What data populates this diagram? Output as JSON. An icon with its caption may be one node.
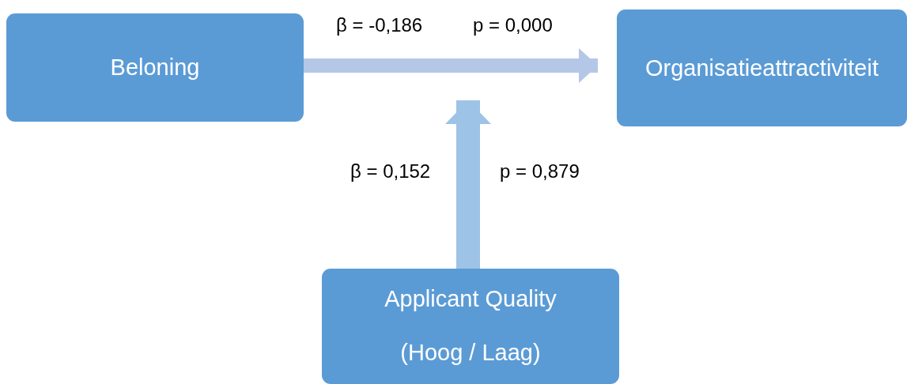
{
  "diagram": {
    "nodes": [
      {
        "text": [
          "Beloning"
        ]
      },
      {
        "text": [
          "Organisatieattractiviteit"
        ]
      },
      {
        "text": [
          "Applicant Quality",
          "(Hoog / Laag)"
        ]
      }
    ],
    "edges": [
      {
        "from": 0,
        "to": 1,
        "arrow": "to",
        "color": "#b4c7e7"
      },
      {
        "from": 2,
        "to": null,
        "arrow": "to",
        "color": "#9dc3e6"
      }
    ],
    "labels": [
      "β = -0,186",
      "p = 0,000",
      "β = 0,152",
      "p = 0,879"
    ]
  }
}
